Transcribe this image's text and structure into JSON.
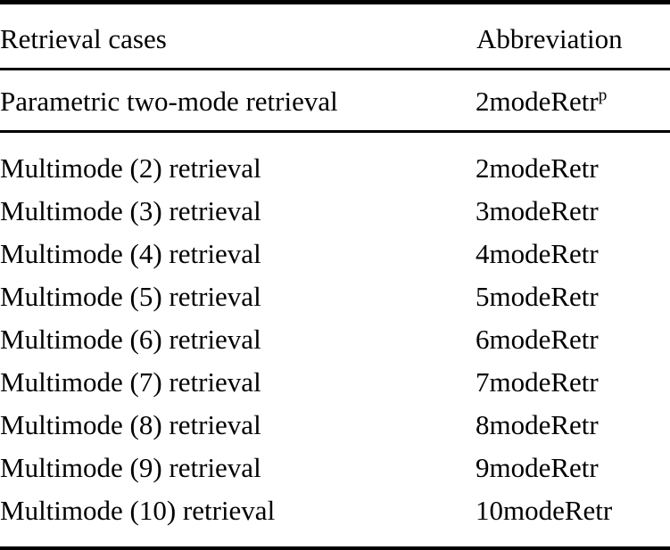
{
  "table": {
    "columns": [
      {
        "key": "case",
        "header": "Retrieval cases"
      },
      {
        "key": "abbreviation",
        "header": "Abbreviation"
      }
    ],
    "header": {
      "case": "Retrieval cases",
      "abbreviation": "Abbreviation"
    },
    "parametric_group": [
      {
        "case": "Parametric two-mode retrieval",
        "abbreviation_base": "2modeRetr",
        "abbreviation_superscript": "p",
        "abbreviation": "2modeRetrᵖ"
      }
    ],
    "multimode_group": [
      {
        "case": "Multimode (2) retrieval",
        "abbreviation": "2modeRetr"
      },
      {
        "case": "Multimode (3) retrieval",
        "abbreviation": "3modeRetr"
      },
      {
        "case": "Multimode (4) retrieval",
        "abbreviation": "4modeRetr"
      },
      {
        "case": "Multimode (5) retrieval",
        "abbreviation": "5modeRetr"
      },
      {
        "case": "Multimode (6) retrieval",
        "abbreviation": "6modeRetr"
      },
      {
        "case": "Multimode (7) retrieval",
        "abbreviation": "7modeRetr"
      },
      {
        "case": "Multimode (8) retrieval",
        "abbreviation": "8modeRetr"
      },
      {
        "case": "Multimode (9) retrieval",
        "abbreviation": "9modeRetr"
      },
      {
        "case": "Multimode (10) retrieval",
        "abbreviation": "10modeRetr"
      }
    ],
    "rules": {
      "top": "thick",
      "after_header": "thin",
      "after_parametric": "thin",
      "bottom": "thick"
    },
    "colors": {
      "text": "#000000",
      "rule": "#000000",
      "background": "#ffffff"
    }
  }
}
